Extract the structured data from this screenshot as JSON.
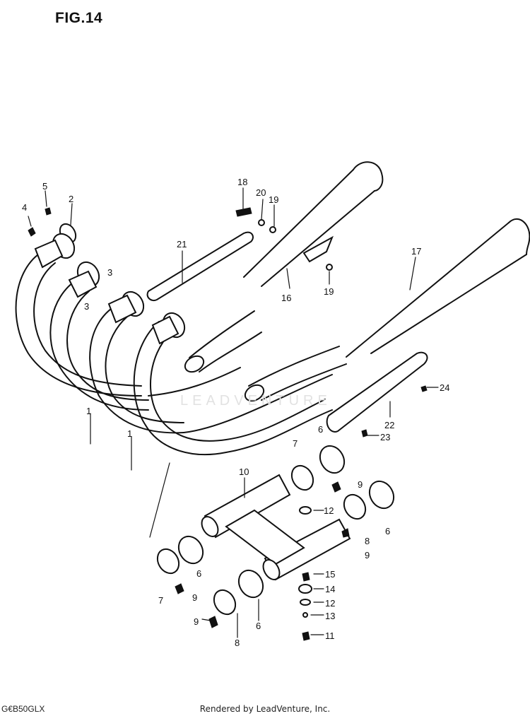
{
  "figure": {
    "title": "FIG.14",
    "model_code": "G€B50GLX",
    "footer": "Rendered by LeadVenture, Inc.",
    "watermark": "LEADVENTURE"
  },
  "callouts": [
    "1",
    "2",
    "3",
    "4",
    "5",
    "6",
    "7",
    "8",
    "9",
    "10",
    "11",
    "12",
    "13",
    "14",
    "15",
    "16",
    "17",
    "18",
    "19",
    "20",
    "21",
    "22",
    "23",
    "24"
  ],
  "labels": {
    "l1a": "1",
    "l1b": "1",
    "l2": "2",
    "l3a": "3",
    "l3b": "3",
    "l4": "4",
    "l5": "5",
    "l6a": "6",
    "l6b": "6",
    "l6c": "6",
    "l6d": "6",
    "l7a": "7",
    "l7b": "7",
    "l8a": "8",
    "l8b": "8",
    "l9a": "9",
    "l9b": "9",
    "l9c": "9",
    "l9d": "9",
    "l10": "10",
    "l11": "11",
    "l12a": "12",
    "l12b": "12",
    "l13": "13",
    "l14": "14",
    "l15": "15",
    "l16": "16",
    "l17": "17",
    "l18": "18",
    "l19a": "19",
    "l19b": "19",
    "l20": "20",
    "l21": "21",
    "l22": "22",
    "l23": "23",
    "l24": "24"
  }
}
